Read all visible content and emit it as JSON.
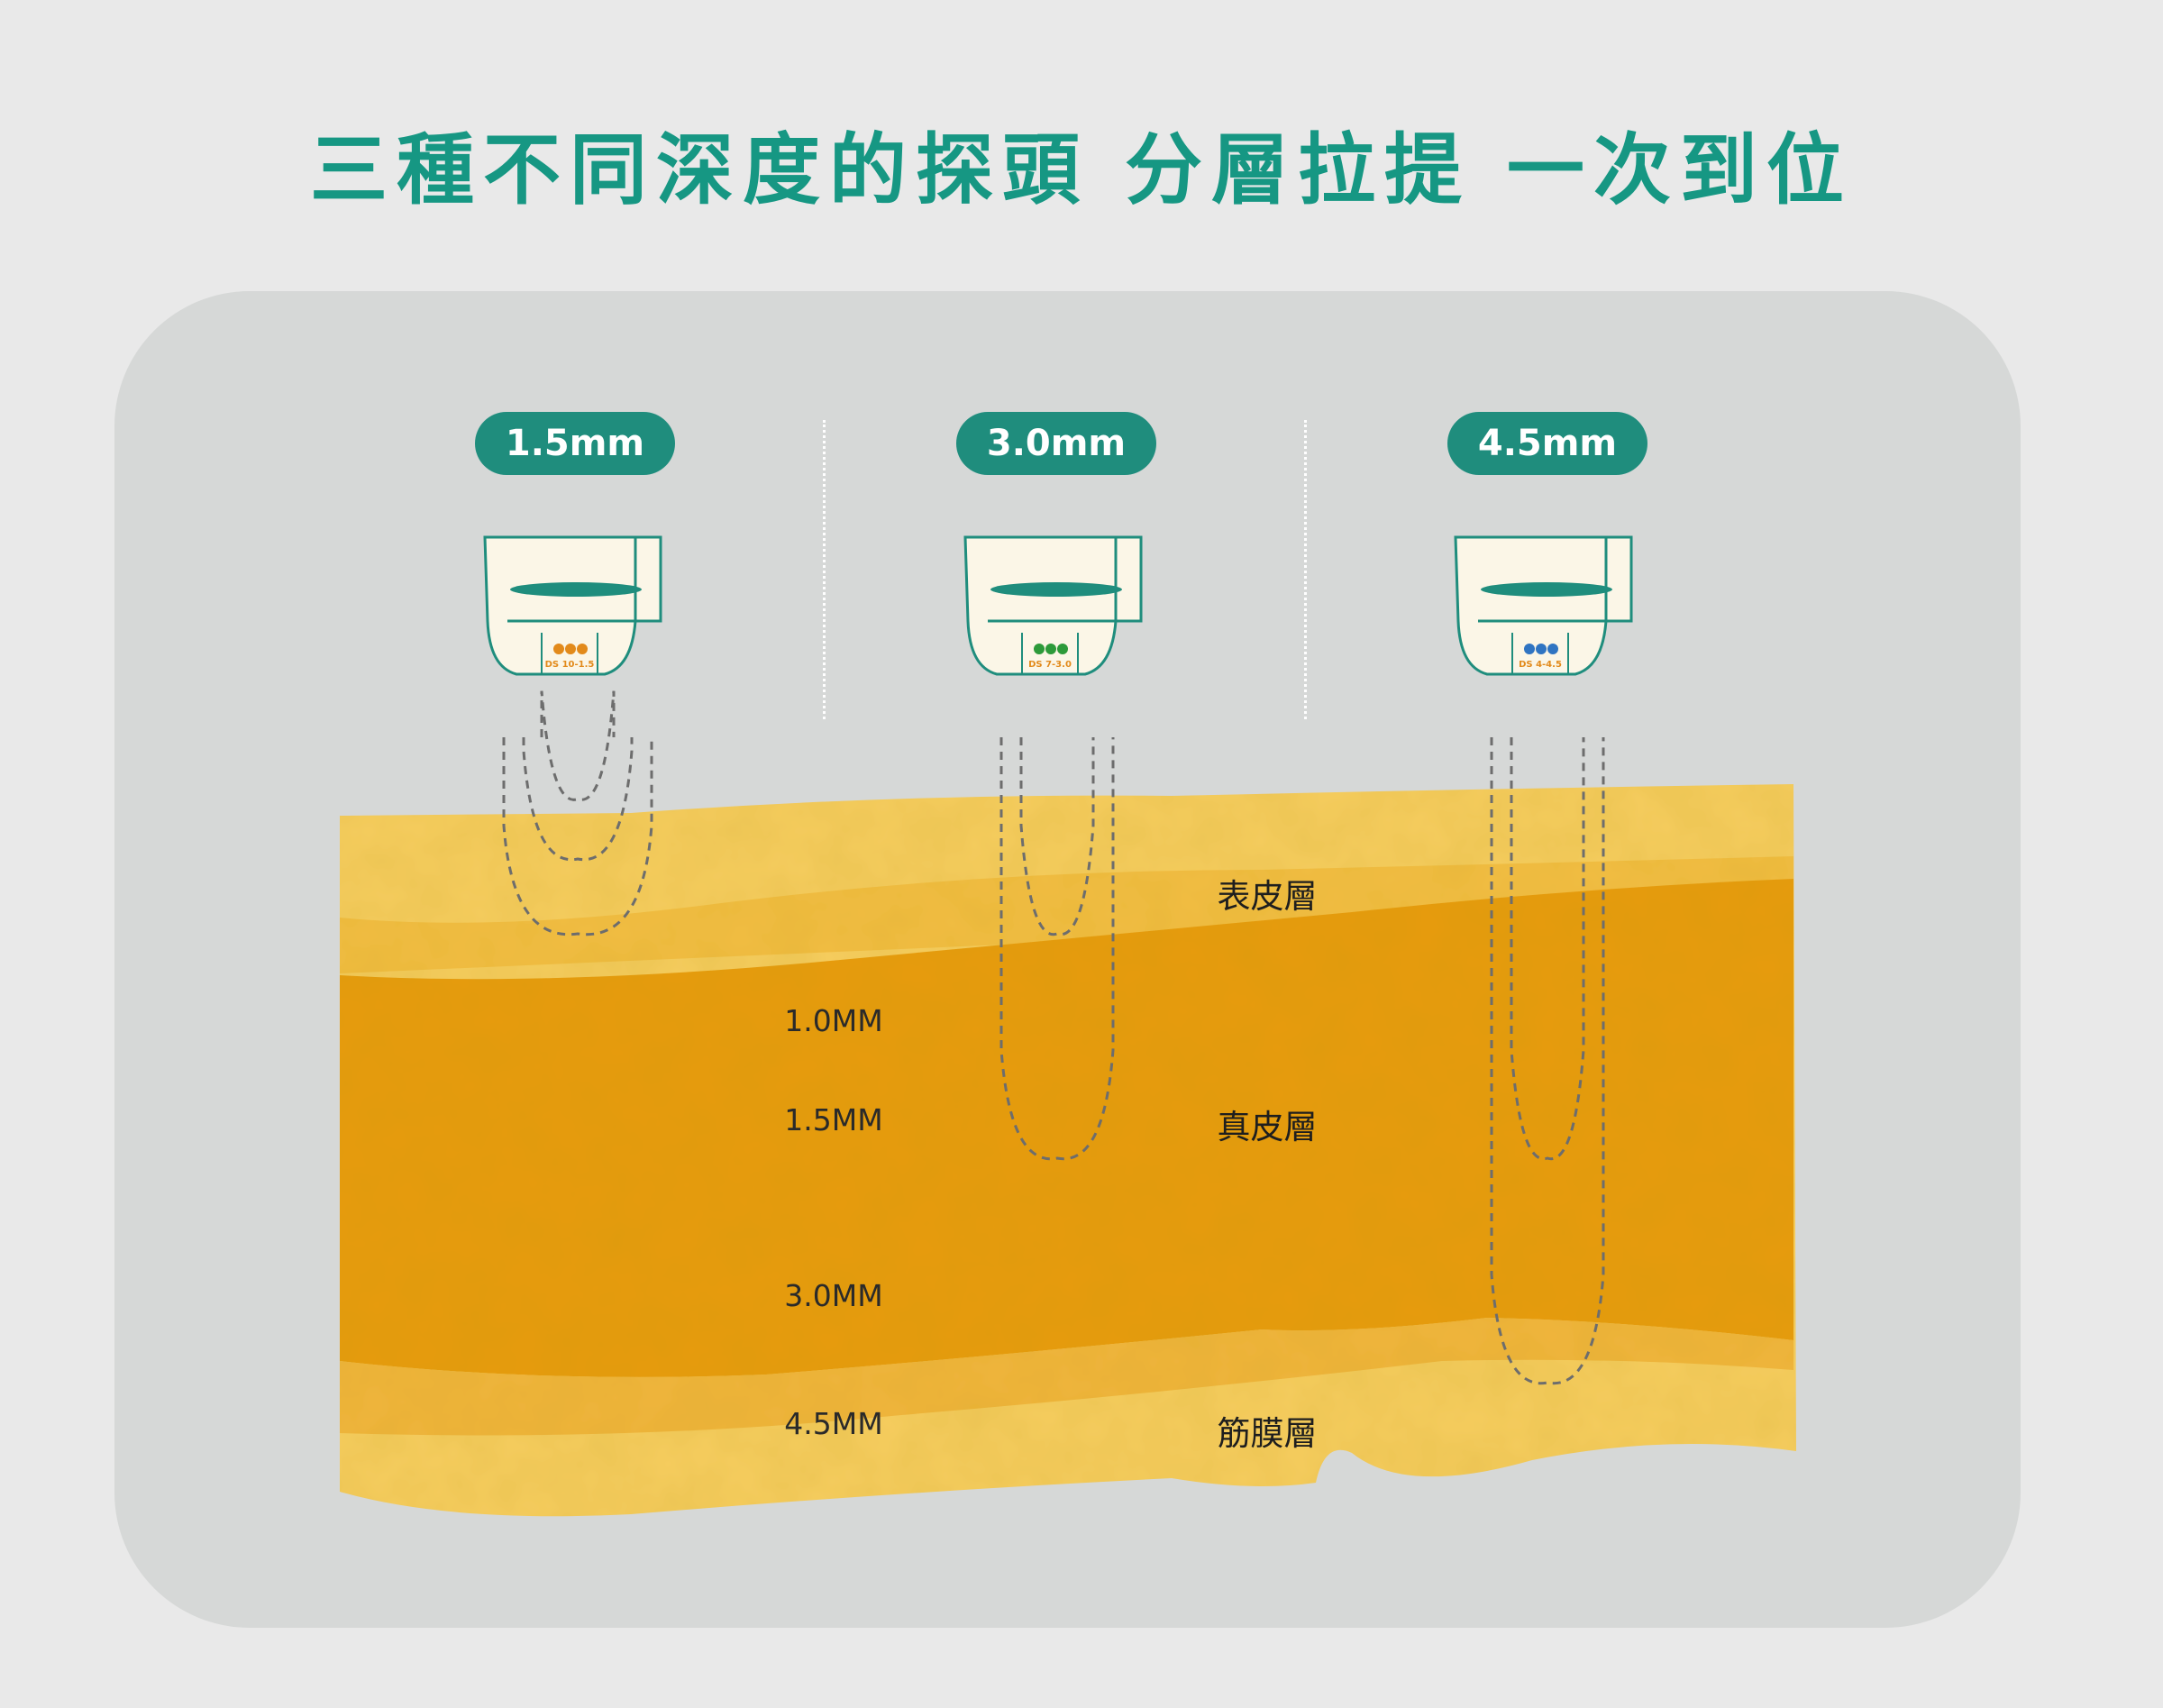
{
  "title": "三種不同深度的探頭 分層拉提 一次到位",
  "colors": {
    "accent": "#1f8d7d",
    "title": "#169783",
    "panel": "#d6d8d7",
    "dot_1": "#e28a1b",
    "dot_2": "#2c9a3a",
    "dot_3": "#2f74c2"
  },
  "probes": [
    {
      "depth": "1.5mm",
      "label": "DS 10-1.5",
      "dot_color": "#e28a1b",
      "reach_mm": [
        1.0,
        1.5
      ]
    },
    {
      "depth": "3.0mm",
      "label": "DS 7-3.0",
      "dot_color": "#2c9a3a",
      "reach_mm": [
        1.5,
        3.0
      ]
    },
    {
      "depth": "4.5mm",
      "label": "DS 4-4.5",
      "dot_color": "#2f74c2",
      "reach_mm": [
        3.0,
        4.5
      ]
    }
  ],
  "depth_labels": [
    "1.0MM",
    "1.5MM",
    "3.0MM",
    "4.5MM"
  ],
  "layers": [
    "表皮層",
    "真皮層",
    "筋膜層"
  ]
}
